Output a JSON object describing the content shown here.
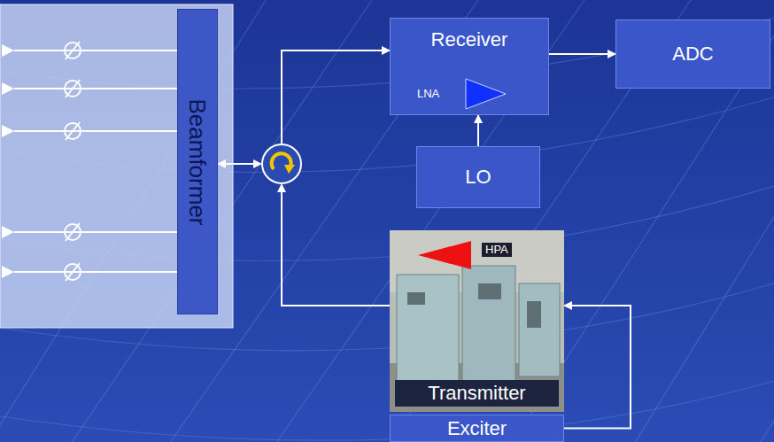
{
  "diagram": {
    "nodes": [
      {
        "text": [
          "Beamformer"
        ]
      },
      {
        "text": [
          "Receiver",
          "LNA"
        ]
      },
      {
        "text": [
          "ADC"
        ]
      },
      {
        "text": [
          "LO"
        ]
      },
      {
        "text": [
          "HPA",
          "Transmitter"
        ]
      },
      {
        "text": [
          "Exciter"
        ]
      }
    ],
    "edges": [
      {
        "from": 0,
        "to": 1,
        "arrow": "to"
      },
      {
        "from": 4,
        "to": 0,
        "arrow": "to"
      },
      {
        "from": 1,
        "to": 2,
        "arrow": "to"
      },
      {
        "from": 3,
        "to": 1,
        "arrow": "to"
      },
      {
        "from": 5,
        "to": 4,
        "arrow": "to"
      }
    ]
  }
}
